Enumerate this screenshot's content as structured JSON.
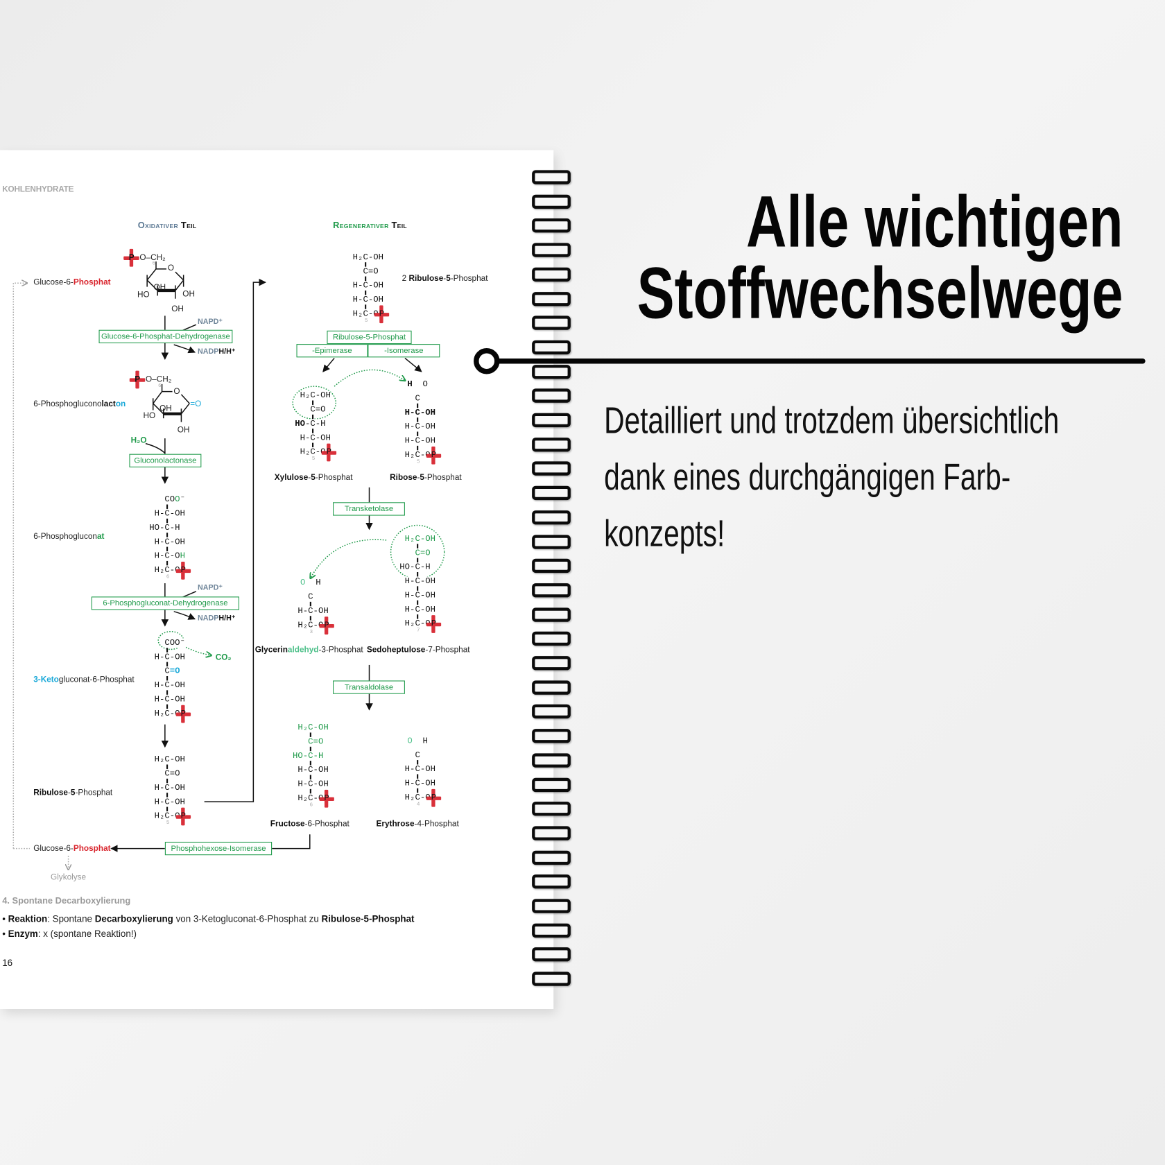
{
  "colors": {
    "accent_green": "#1f9a4a",
    "phosphate_red": "#d9303a",
    "keto_cyan": "#18a8d8",
    "cofactor_slate": "#6f8599",
    "text": "#111111"
  },
  "book": {
    "section_header": "KOHLENHYDRATE",
    "oxidative_title": "Oxidativer",
    "oxidative_title_suffix": "Teil",
    "regenerative_title": "Regenerativer",
    "regenerative_title_suffix": "Teil",
    "left_labels": {
      "g6p_top": [
        [
          "Glucose-6-",
          "n"
        ],
        [
          "Phosphat",
          "r"
        ]
      ],
      "lacton": [
        [
          "6-Phosphoglucono",
          "n"
        ],
        [
          "lact",
          "b"
        ],
        [
          "on",
          "c"
        ]
      ],
      "gluconat": [
        [
          "6-Phosphoglucon",
          "n"
        ],
        [
          "at",
          "g"
        ]
      ],
      "keto": [
        [
          "3-Keto",
          "c"
        ],
        [
          "gluconat-6-Phosphat",
          "n"
        ]
      ],
      "ribulose": [
        [
          "Ribulose",
          "b"
        ],
        [
          "-",
          "n"
        ],
        [
          "5",
          "b"
        ],
        [
          "-Phosphat",
          "n"
        ]
      ],
      "g6p_bottom": [
        [
          "Glucose-6-",
          "n"
        ],
        [
          "Phosphat",
          "r"
        ]
      ],
      "glykolyse": "Glykolyse"
    },
    "right_labels": {
      "ribulose2": [
        [
          "2 ",
          "n"
        ],
        [
          "Ribulose",
          "b"
        ],
        [
          "-",
          "n"
        ],
        [
          "5",
          "b"
        ],
        [
          "-Phosphat",
          "n"
        ]
      ],
      "xylulose": [
        [
          "Xylulose",
          "b"
        ],
        [
          "-",
          "n"
        ],
        [
          "5",
          "b"
        ],
        [
          "-Phosphat",
          "n"
        ]
      ],
      "ribose": [
        [
          "Ribose",
          "b"
        ],
        [
          "-",
          "n"
        ],
        [
          "5",
          "b"
        ],
        [
          "-Phosphat",
          "n"
        ]
      ],
      "glycerinaldehyd": [
        [
          "Glycerin",
          "b"
        ],
        [
          "aldehyd",
          "gl"
        ],
        [
          "-3-Phosphat",
          "n"
        ]
      ],
      "sedoheptulose": [
        [
          "Sedoheptulose",
          "b"
        ],
        [
          "-7-Phosphat",
          "n"
        ]
      ],
      "fructose": [
        [
          "Fructose",
          "b"
        ],
        [
          "-6-Phosphat",
          "n"
        ]
      ],
      "erythrose": [
        [
          "Erythrose",
          "b"
        ],
        [
          "-4-Phosphat",
          "n"
        ]
      ]
    },
    "enzymes": {
      "g6pdh": "Glucose-6-Phosphat-Dehydrogenase",
      "gluconolactonase": "Gluconolactonase",
      "pgdh": "6-Phosphogluconat-Dehydrogenase",
      "r5p": "Ribulose-5-Phosphat",
      "epimerase": "-Epimerase",
      "isomerase": "-Isomerase",
      "transketolase": "Transketolase",
      "transaldolase": "Transaldolase",
      "phi": "Phosphohexose-Isomerase"
    },
    "cofactors": {
      "napd1": [
        [
          "NAPD⁺",
          "s"
        ]
      ],
      "nadph1": [
        [
          "NADP",
          "s"
        ],
        [
          "H/H⁺",
          "b"
        ]
      ],
      "napd2": [
        [
          "NAPD⁺",
          "s"
        ]
      ],
      "nadph2": [
        [
          "NADP",
          "s"
        ],
        [
          "H/H⁺",
          "b"
        ]
      ],
      "h2o": "H₂O",
      "co2": "CO₂"
    },
    "rings": {
      "glucose": {
        "p": "P",
        "och2": "O–CH₂",
        "ring_o": "O",
        "num": "6",
        "oh": [
          "HO",
          "OH",
          "OH",
          "OH"
        ]
      },
      "lacton": {
        "p": "P",
        "och2": "O–CH₂",
        "ring_o": "O",
        "num": "6",
        "keto": "=O",
        "oh": [
          "HO",
          "OH",
          "OH"
        ]
      }
    },
    "structures": {
      "gluconat": {
        "num": "6",
        "rows": [
          [
            [
              "CO",
              "k"
            ],
            [
              "O",
              "g"
            ],
            [
              "⁻",
              "k"
            ]
          ],
          "H-C-OH",
          "HO-C-H",
          "H-C-OH",
          [
            [
              "H-C-O",
              "k"
            ],
            [
              "H",
              "g"
            ]
          ],
          [
            [
              "H₂C-O",
              "k"
            ],
            [
              "P",
              "p"
            ]
          ]
        ]
      },
      "keto": {
        "num": "",
        "rows": [
          "COO⁻",
          "H-C-OH",
          [
            [
              "C",
              "k"
            ],
            [
              "=O",
              "c"
            ]
          ],
          "H-C-OH",
          "H-C-OH",
          [
            [
              "H₂C-O",
              "k"
            ],
            [
              "P",
              "p"
            ]
          ]
        ]
      },
      "ribulose_ox": {
        "num": "5",
        "rows": [
          "H₂C-OH",
          "C=O",
          "H-C-OH",
          "H-C-OH",
          [
            [
              "H₂C-O",
              "k"
            ],
            [
              "P",
              "p"
            ]
          ]
        ]
      },
      "ribulose_top": {
        "num": "5",
        "rows": [
          "H₂C-OH",
          "C=O",
          "H-C-OH",
          "H-C-OH",
          [
            [
              "H₂C-O",
              "k"
            ],
            [
              "P",
              "p"
            ]
          ]
        ]
      },
      "xylulose": {
        "num": "5",
        "rows": [
          "H₂C-OH",
          "C=O",
          [
            [
              "HO",
              "b"
            ],
            [
              "-C-H",
              "k"
            ]
          ],
          "H-C-OH",
          [
            [
              "H₂C-O",
              "k"
            ],
            [
              "P",
              "p"
            ]
          ]
        ]
      },
      "ribose": {
        "num": "5",
        "rows": [
          [
            [
              "H",
              "b"
            ],
            [
              "  O",
              "k"
            ]
          ],
          "C",
          [
            [
              "H-C-OH",
              "b"
            ]
          ],
          "H-C-OH",
          "H-C-OH",
          [
            [
              "H₂C-O",
              "k"
            ],
            [
              "P",
              "p"
            ]
          ]
        ]
      },
      "glycerinaldehyd": {
        "num": "3",
        "rows": [
          [
            [
              "O",
              "gl"
            ],
            [
              "  H",
              "k"
            ]
          ],
          "C",
          "H-C-OH",
          [
            [
              "H₂C-O",
              "k"
            ],
            [
              "P",
              "p"
            ]
          ]
        ]
      },
      "sedoheptulose": {
        "num": "7",
        "rows": [
          [
            [
              "H₂C-OH",
              "g"
            ]
          ],
          [
            [
              "C=O",
              "g"
            ]
          ],
          "HO-C-H",
          "H-C-OH",
          "H-C-OH",
          "H-C-OH",
          [
            [
              "H₂C-O",
              "k"
            ],
            [
              "P",
              "p"
            ]
          ]
        ]
      },
      "fructose": {
        "num": "6",
        "rows": [
          [
            [
              "H₂C-OH",
              "g"
            ]
          ],
          [
            [
              "C=O",
              "g"
            ]
          ],
          [
            [
              "HO-C-H",
              "g"
            ]
          ],
          "H-C-OH",
          "H-C-OH",
          [
            [
              "H₂C-O",
              "k"
            ],
            [
              "P",
              "p"
            ]
          ]
        ]
      },
      "erythrose": {
        "num": "4",
        "rows": [
          [
            [
              "O",
              "gl"
            ],
            [
              "  H",
              "k"
            ]
          ],
          "C",
          "H-C-OH",
          "H-C-OH",
          [
            [
              "H₂C-O",
              "k"
            ],
            [
              "P",
              "p"
            ]
          ]
        ]
      }
    },
    "section_title": "4. Spontane Decarboxylierung",
    "bullets": [
      [
        [
          "Reaktion",
          "b"
        ],
        [
          ": Spontane ",
          "n"
        ],
        [
          "Decarboxylierung",
          "b"
        ],
        [
          " von 3-Ketogluconat-6-Phosphat zu ",
          "n"
        ],
        [
          "Ribulose-5-Phosphat",
          "b"
        ]
      ],
      [
        [
          "Enzym",
          "b"
        ],
        [
          ": x (spontane Reaktion!)",
          "n"
        ]
      ]
    ],
    "page_number": "16"
  },
  "promo": {
    "headline": [
      "Alle wichtigen",
      "Stoffwechselwege"
    ],
    "body": [
      "Detailliert und trotzdem übersichtlich",
      "dank eines durchgängigen Farb-",
      "konzepts!"
    ]
  }
}
